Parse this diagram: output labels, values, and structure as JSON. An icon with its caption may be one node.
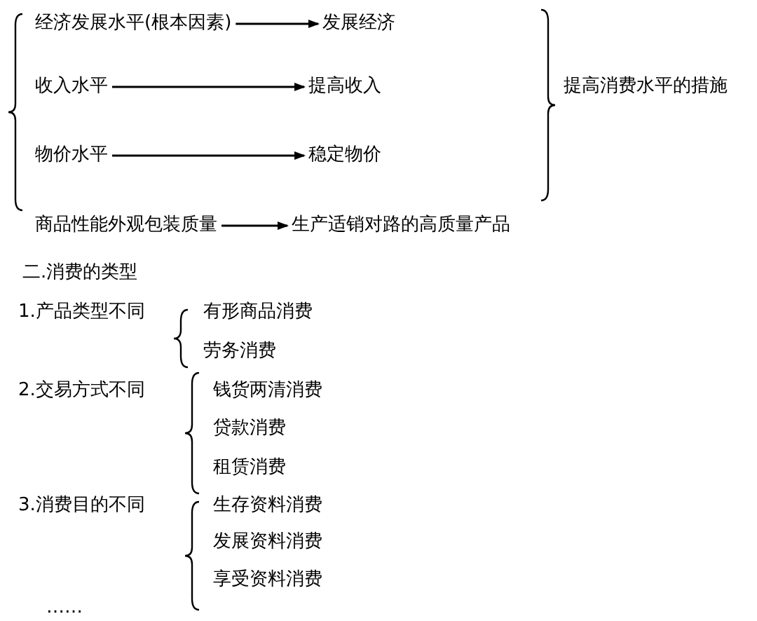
{
  "diagram": {
    "nodes": [
      {
        "text": [
          "经济发展水平(根本因素)"
        ]
      },
      {
        "text": [
          "发展经济"
        ]
      },
      {
        "text": [
          "收入水平"
        ]
      },
      {
        "text": [
          "提高收入"
        ]
      },
      {
        "text": [
          "物价水平"
        ]
      },
      {
        "text": [
          "稳定物价"
        ]
      },
      {
        "text": [
          "商品性能外观包装质量"
        ]
      },
      {
        "text": [
          "生产适销对路的高质量产品"
        ]
      },
      {
        "text": [
          "提高消费水平的措施"
        ]
      }
    ],
    "edges": [
      {
        "from": 0,
        "to": 1,
        "arrow": "to"
      },
      {
        "from": 2,
        "to": 3,
        "arrow": "to"
      },
      {
        "from": 4,
        "to": 5,
        "arrow": "to"
      },
      {
        "from": 6,
        "to": 7,
        "arrow": "to"
      }
    ],
    "labels": [
      "二.消费的类型",
      "1.产品类型不同",
      "有形商品消费",
      "劳务消费",
      "2.交易方式不同",
      "钱货两清消费",
      "贷款消费",
      "租赁消费",
      "3.消费目的不同",
      "生存资料消费",
      "发展资料消费",
      "享受资料消费",
      "……"
    ]
  }
}
